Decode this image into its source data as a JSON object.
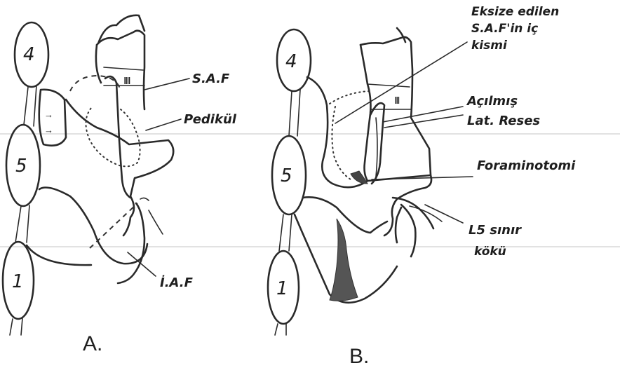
{
  "panels": {
    "a": {
      "letter": "A.",
      "vertebrae": {
        "upper": "4",
        "middle": "5",
        "lower": "1"
      },
      "labels": {
        "saf": "S.A.F",
        "pedicle": "Pedikül",
        "iaf": "İ.A.F"
      }
    },
    "b": {
      "letter": "B.",
      "vertebrae": {
        "upper": "4",
        "middle": "5",
        "lower": "1"
      },
      "labels": {
        "excised_line1": "Eksize edilen",
        "excised_line2": "S.A.F'in iç",
        "excised_line3": "kismi",
        "recess_line1": "Açılmış",
        "recess_line2": "Lat. Reses",
        "foraminotomy": "Foraminotomi",
        "root_line1": "L5 sınır",
        "root_line2": "kökü"
      }
    }
  }
}
